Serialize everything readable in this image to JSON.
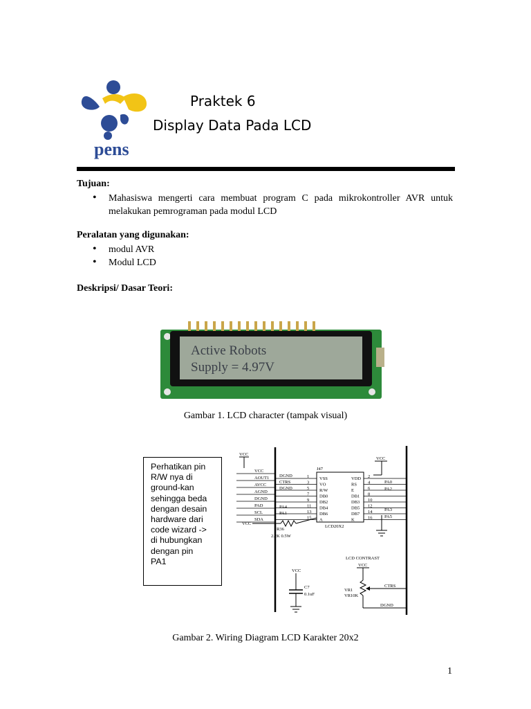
{
  "header": {
    "logo_text": "pens",
    "title_line1": "Praktek 6",
    "title_line2": "Display Data Pada LCD"
  },
  "tujuan": {
    "heading": "Tujuan:",
    "items": [
      "Mahasiswa mengerti cara membuat program C pada mikrokontroller AVR untuk melakukan pemrograman pada modul LCD"
    ]
  },
  "peralatan": {
    "heading": "Peralatan yang digunakan:",
    "items": [
      "modul AVR",
      "Modul LCD"
    ]
  },
  "deskripsi": {
    "heading": "Deskripsi/ Dasar Teori:"
  },
  "figure1": {
    "lcd_line1": "Active Robots",
    "lcd_line2": "Supply = 4.97V",
    "caption": "Gambar 1. LCD character (tampak visual)"
  },
  "figure2": {
    "note": "Perhatikan pin\nR/W nya di\nground-kan\nsehingga beda\ndengan desain\nhardware dari\ncode wizard ->\ndi hubungkan\ndengan pin\nPA1",
    "caption": "Gambar 2. Wiring Diagram LCD Karakter 20x2",
    "labels": {
      "vcc": "VCC",
      "left_nets": [
        "VCC",
        "AOUT1",
        "AVCC",
        "AGND",
        "DGND",
        "PAD",
        "SCL",
        "SDA"
      ],
      "mid_nets": [
        "DGND",
        "CTRS",
        "DGND",
        "",
        "",
        "PA4",
        "PA1"
      ],
      "pin_nums_left": [
        "1",
        "3",
        "5",
        "7",
        "9",
        "11",
        "13",
        "15"
      ],
      "pins_left": [
        "VSS",
        "VO",
        "R/W",
        "DB0",
        "DB2",
        "DB4",
        "DB6",
        "A"
      ],
      "pins_right": [
        "VDD",
        "RS",
        "E",
        "DB1",
        "DB3",
        "DB5",
        "DB7",
        "K"
      ],
      "pin_nums_right": [
        "2",
        "4",
        "6",
        "8",
        "10",
        "12",
        "14",
        "16"
      ],
      "right_nets": [
        "PA0",
        "PA2",
        "",
        "",
        "PA3",
        "PA5"
      ],
      "ic_ref": "J47",
      "ic_name": "LCD20X2",
      "resistor_ref": "R36",
      "resistor_val": "2.2K 0.5W",
      "lcd_contrast": "LCD CONTRAST",
      "vr_ref": "VR1",
      "vr_val": "VR10K",
      "ctrs": "CTRS",
      "dgnd": "DGND",
      "cap_ref": "C7",
      "cap_val": "0.1uF"
    }
  },
  "page_number": "1",
  "colors": {
    "logo_blue": "#2d4c96",
    "logo_yellow": "#f2c416",
    "lcd_green": "#2d8a3a",
    "lcd_screen": "#9ea89a"
  }
}
